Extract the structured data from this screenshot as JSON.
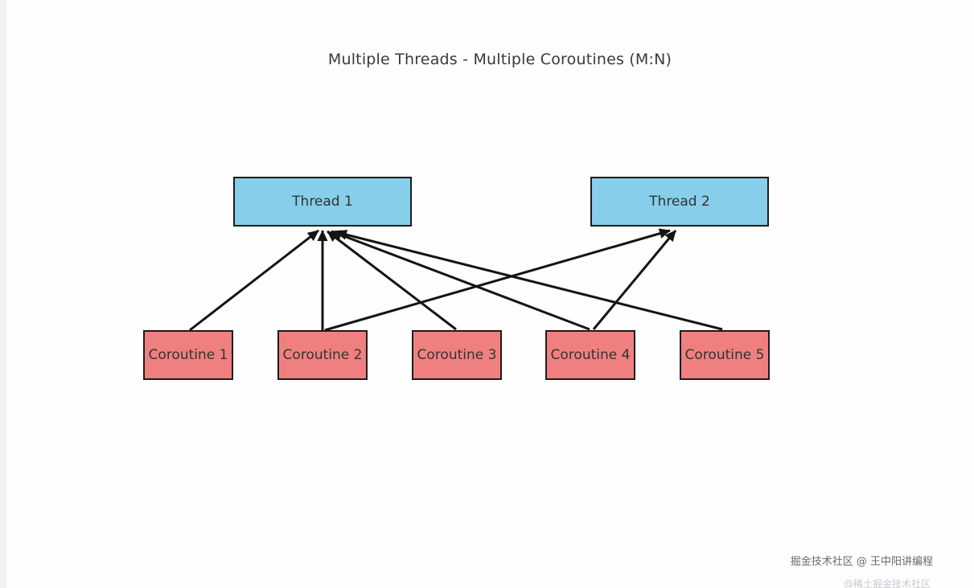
{
  "title": "Multiple Threads - Multiple Coroutines (M:N)",
  "colors": {
    "thread_fill": "#87CEEB",
    "coroutine_fill": "#F08080",
    "node_border": "#1c1c1c",
    "arrow": "#141414",
    "background": "#fefefe",
    "left_strip": "#f2f2f7"
  },
  "diagram": {
    "type": "mapping-diagram",
    "threads": [
      {
        "id": "t1",
        "label": "Thread 1"
      },
      {
        "id": "t2",
        "label": "Thread 2"
      }
    ],
    "coroutines": [
      {
        "id": "c1",
        "label": "Coroutine 1"
      },
      {
        "id": "c2",
        "label": "Coroutine 2"
      },
      {
        "id": "c3",
        "label": "Coroutine 3"
      },
      {
        "id": "c4",
        "label": "Coroutine 4"
      },
      {
        "id": "c5",
        "label": "Coroutine 5"
      }
    ],
    "edges": [
      {
        "id": "c1-t1",
        "from": "Coroutine 1",
        "to": "Thread 1"
      },
      {
        "id": "c2-t1",
        "from": "Coroutine 2",
        "to": "Thread 1"
      },
      {
        "id": "c3-t1",
        "from": "Coroutine 3",
        "to": "Thread 1"
      },
      {
        "id": "c4-t1",
        "from": "Coroutine 4",
        "to": "Thread 1"
      },
      {
        "id": "c5-t1",
        "from": "Coroutine 5",
        "to": "Thread 1"
      },
      {
        "id": "c2-t2",
        "from": "Coroutine 2",
        "to": "Thread 2"
      },
      {
        "id": "c4-t2",
        "from": "Coroutine 4",
        "to": "Thread 2"
      }
    ]
  },
  "watermark": {
    "line1": "掘金技术社区 @ 王中阳讲编程",
    "line2": "@稀土掘金技术社区"
  }
}
